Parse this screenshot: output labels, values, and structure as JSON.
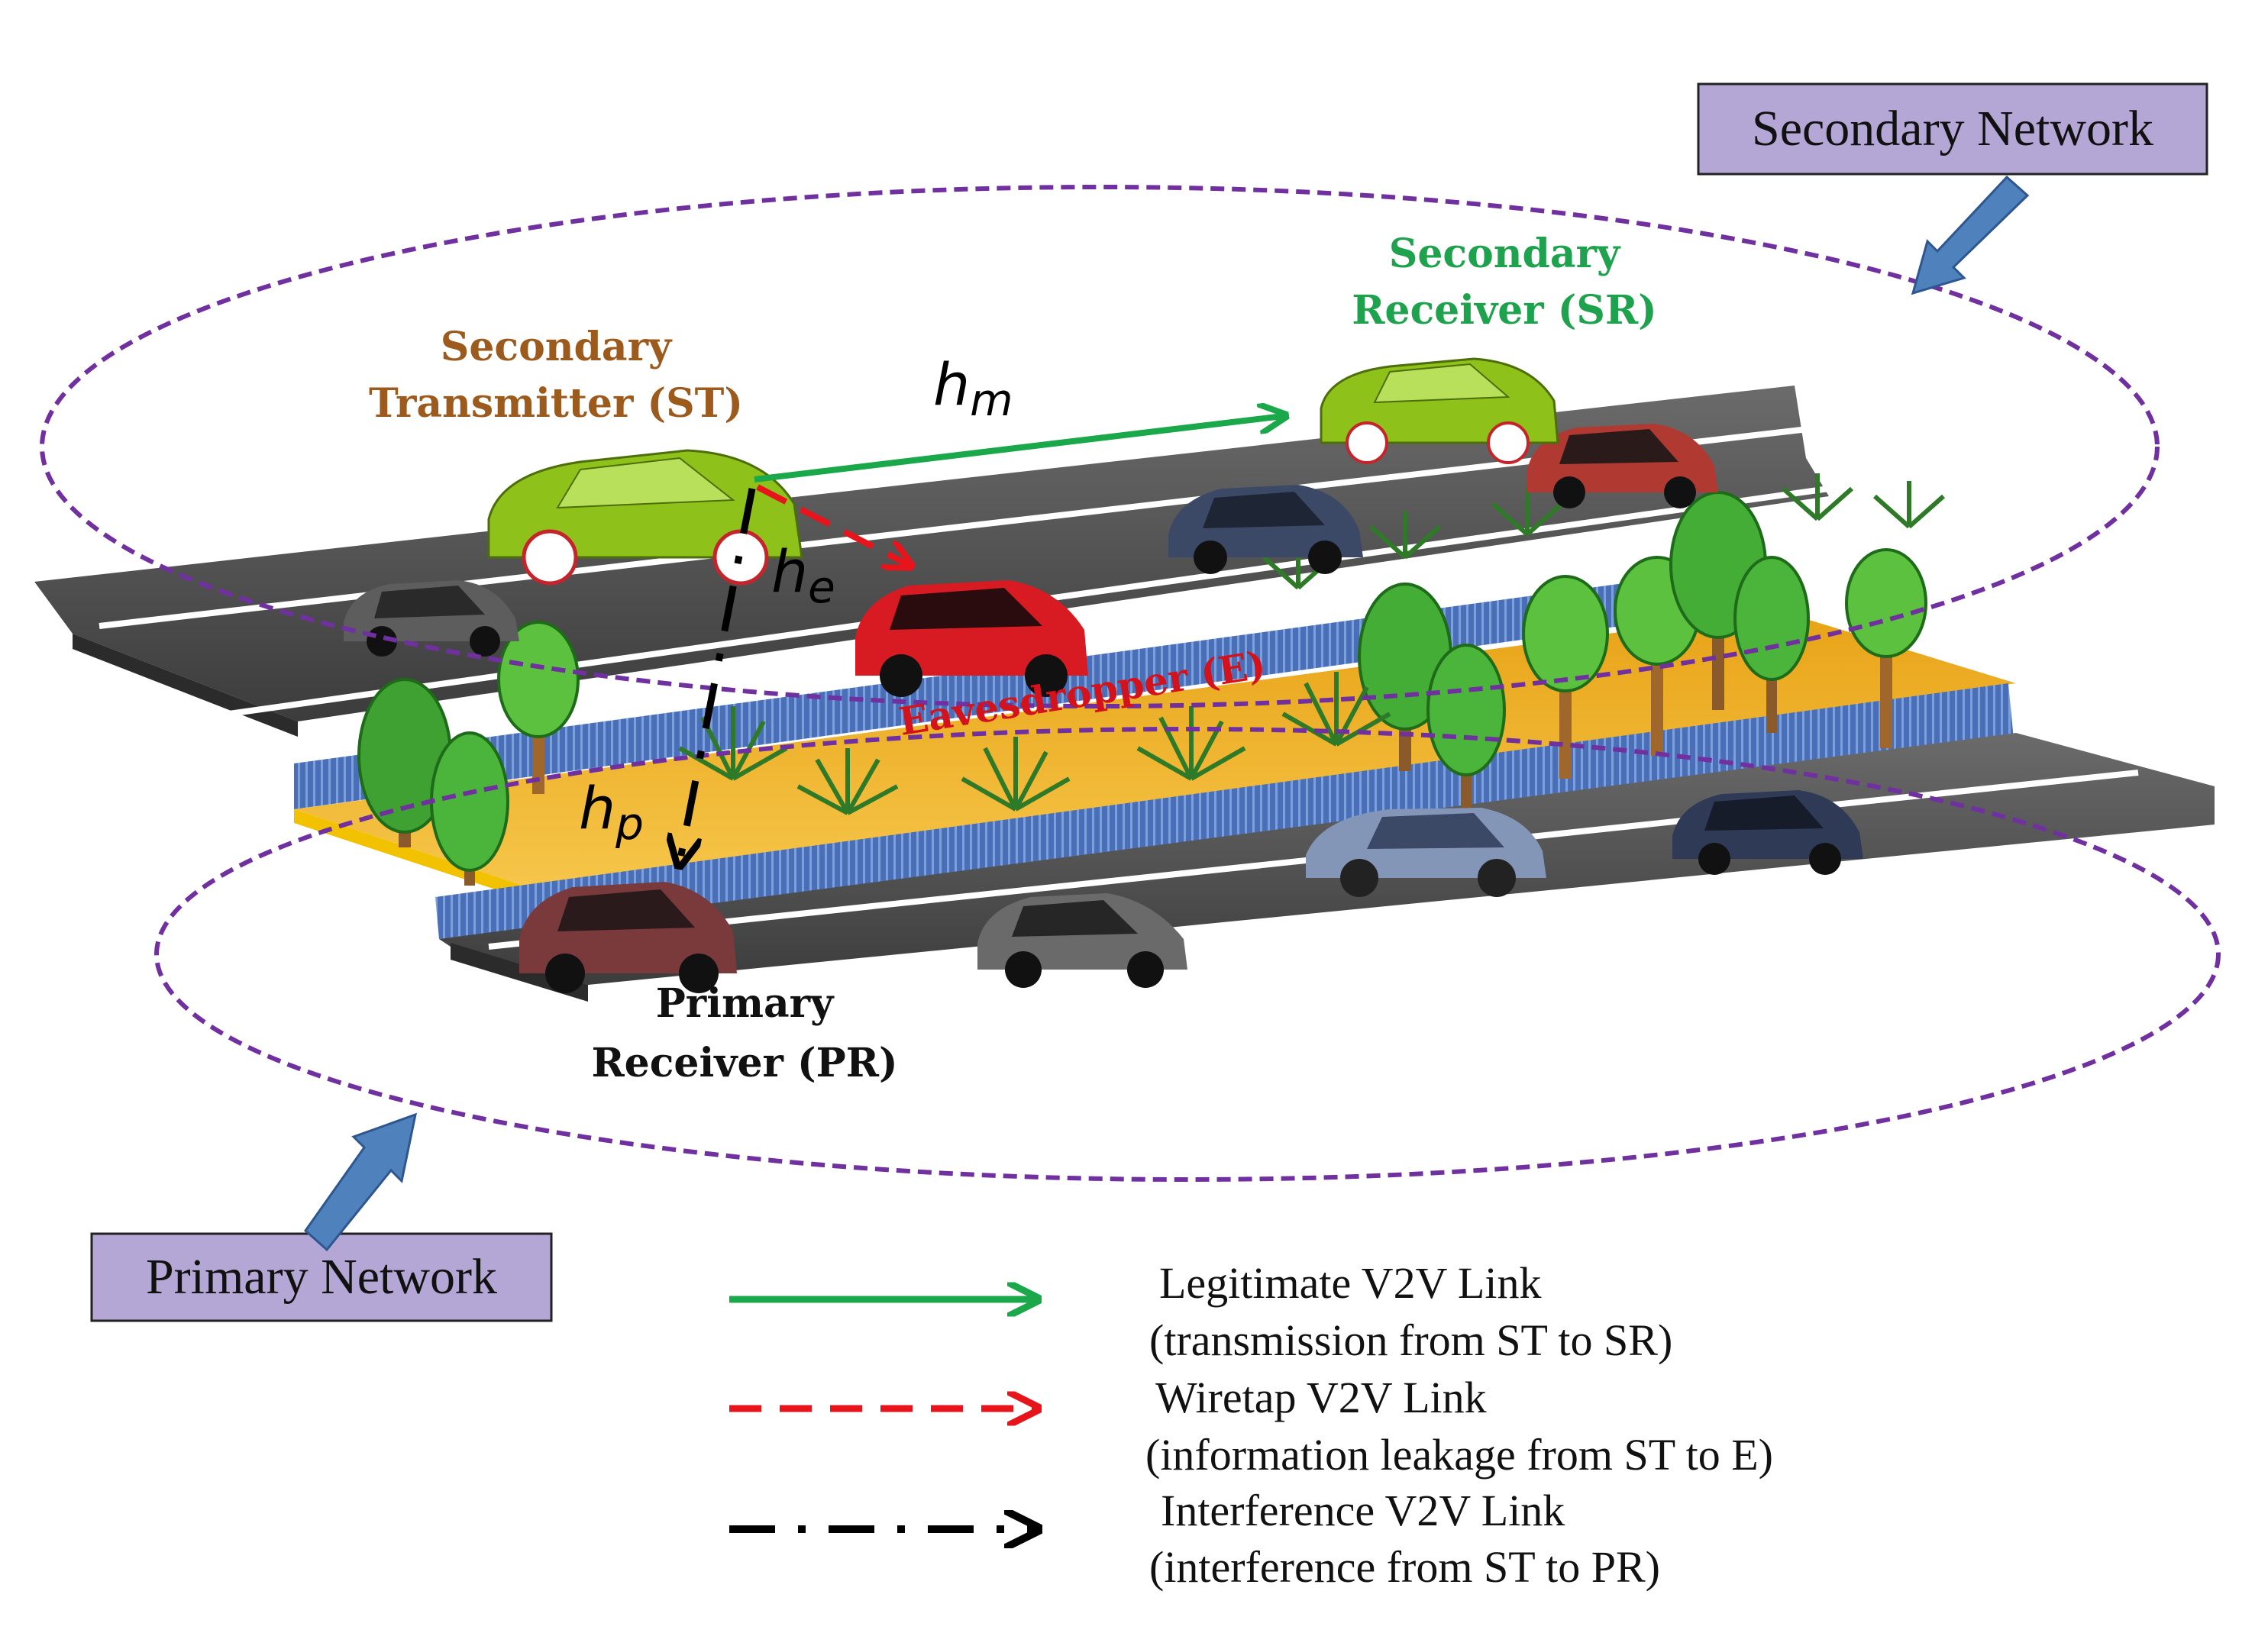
{
  "network_boxes": {
    "secondary": "Secondary Network",
    "primary": "Primary Network"
  },
  "node_labels": {
    "st_line1": "Secondary",
    "st_line2": "Transmitter (ST)",
    "sr_line1": "Secondary",
    "sr_line2": "Receiver (SR)",
    "eve": "Eavesdropper (E)",
    "pr_line1": "Primary",
    "pr_line2": "Receiver (PR)"
  },
  "channels": {
    "main_base": "h",
    "main_sub": "m",
    "eve_base": "h",
    "eve_sub": "e",
    "prim_base": "h",
    "prim_sub": "p"
  },
  "legend": {
    "legit_title": "Legitimate V2V Link",
    "legit_desc": "(transmission from ST to SR)",
    "wiretap_title": "Wiretap V2V Link",
    "wiretap_desc": "(information leakage from ST to E)",
    "interf_title": "Interference V2V Link",
    "interf_desc": "(interference from ST to PR)"
  },
  "colors": {
    "legit": "#1aa84a",
    "wiretap": "#e8141b",
    "interference": "#000000",
    "st_label": "#9c5a1c",
    "sr_label": "#1fa24e",
    "eve_label": "#d3121b",
    "network_box_fill": "#b4a7d6",
    "network_ellipse": "#7030a0",
    "pointer_arrow": "#4f81bd"
  }
}
